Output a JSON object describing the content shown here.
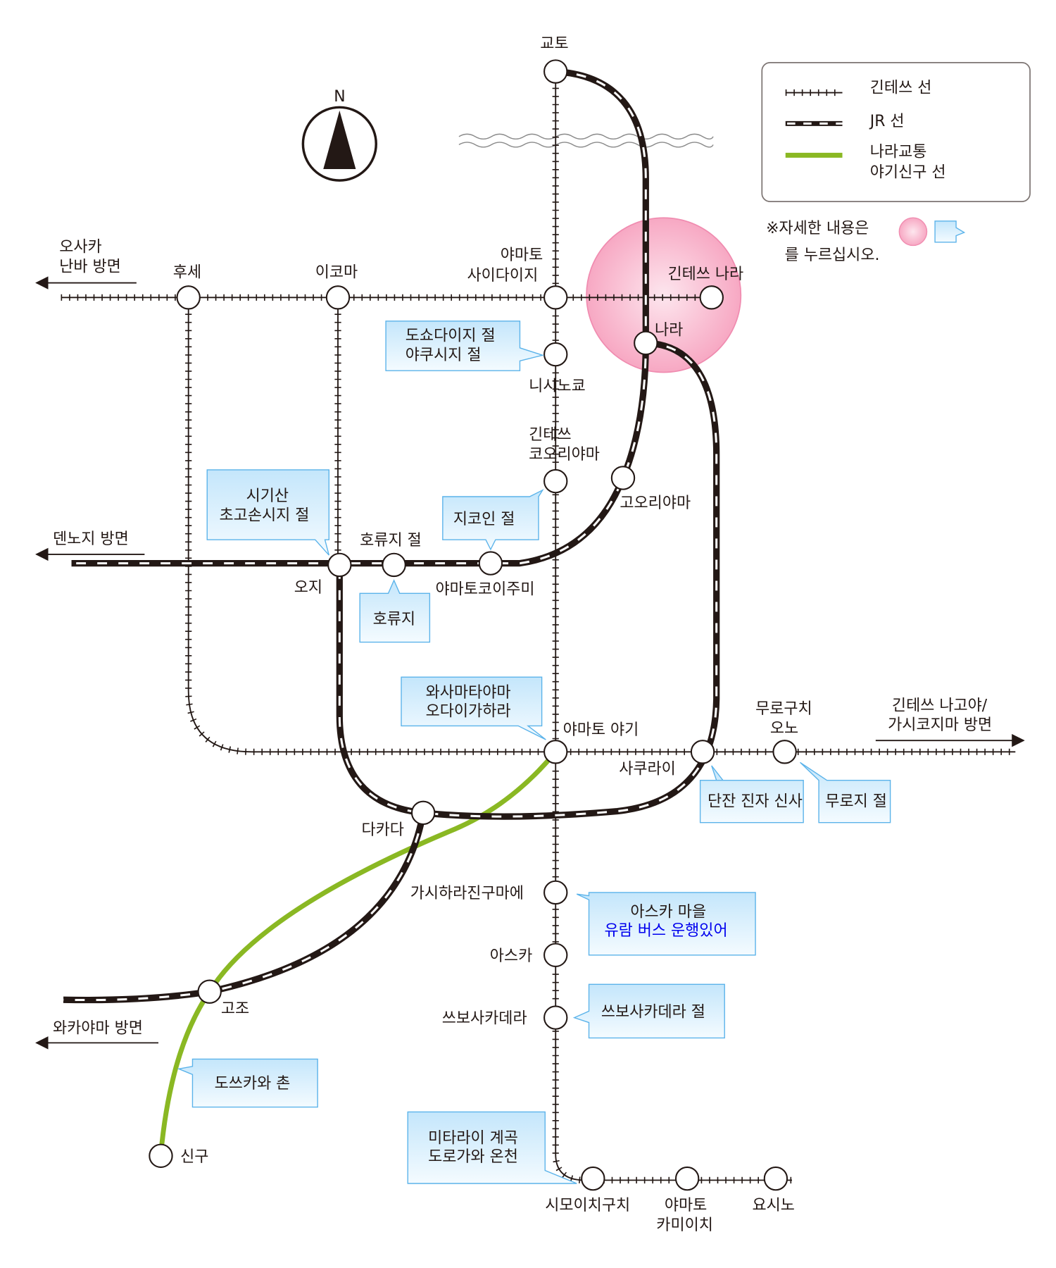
{
  "compass": {
    "label": "N"
  },
  "legend": {
    "kintetsu": "긴테쓰 선",
    "jr": "JR 선",
    "nara_kotsu_1": "나라교통",
    "nara_kotsu_2": "야기신구 선",
    "colors": {
      "kintetsu": "#231815",
      "jr": "#231815",
      "nara_kotsu": "#8ab823"
    }
  },
  "note": {
    "line1": "※자세한 내용은",
    "line2": "를 누르십시오."
  },
  "directions": {
    "osaka_1": "오사카",
    "osaka_2": "난바 방면",
    "tennoji": "덴노지 방면",
    "wakayama": "와카야마 방면",
    "nagoya_1": "긴테쓰 나고야/",
    "nagoya_2": "가시코지마 방면"
  },
  "stations": {
    "kyoto": "교토",
    "fuse": "후세",
    "ikoma": "이코마",
    "saidaiji_1": "야마토",
    "saidaiji_2": "사이다이지",
    "kintetsu_nara": "긴테쓰 나라",
    "nara": "나라",
    "nishinokyo": "니시노쿄",
    "kin_koriyama_1": "긴테쓰",
    "kin_koriyama_2": "코오리야마",
    "koriyama": "고오리야마",
    "horyuji": "호류지 절",
    "oji": "오지",
    "koizumi": "야마토코이주미",
    "yagi": "야마토 야기",
    "sakurai": "사쿠라이",
    "muroguchi_1": "무로구치",
    "muroguchi_2": "오노",
    "takada": "다카다",
    "kashihara": "가시하라진구마에",
    "asuka": "아스카",
    "tsubosaka": "쓰보사카데라",
    "gojo": "고조",
    "shingu": "신구",
    "shimoichi": "시모이치구치",
    "kamiichi_1": "야마토",
    "kamiichi_2": "카미이치",
    "yoshino": "요시노"
  },
  "callouts": {
    "toshodaiji_1": "도쇼다이지 절",
    "toshodaiji_2": "야쿠시지 절",
    "shigisan_1": "시기산",
    "shigisan_2": "초고손시지 절",
    "jikoin": "지코인 절",
    "horyuji": "호류지",
    "wasamata_1": "와사마타야마",
    "wasamata_2": "오다이가하라",
    "tanzan": "단잔  진자 신사",
    "muroji": "무로지 절",
    "asuka_1": "아스카 마을",
    "asuka_2": "유람 버스 운행있어",
    "tsubosaka": "쓰보사카데라 절",
    "totsukawa": "도쓰카와 촌",
    "mitarai_1": "미타라이 계곡",
    "mitarai_2": "도로가와 온천"
  }
}
